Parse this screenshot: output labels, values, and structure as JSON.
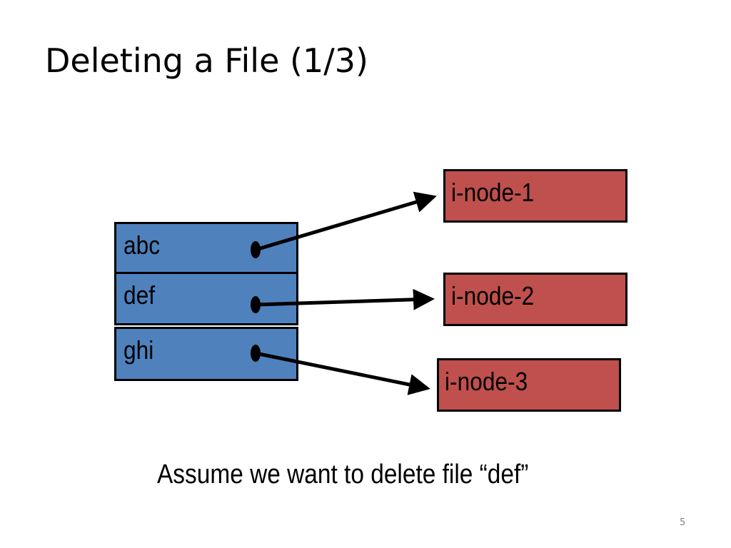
{
  "title": "Deleting a File (1/3)",
  "directory": {
    "entries": [
      {
        "name": "abc",
        "points_to": "i-node-1"
      },
      {
        "name": "def",
        "points_to": "i-node-2"
      },
      {
        "name": "ghi",
        "points_to": "i-node-3"
      }
    ]
  },
  "inodes": [
    {
      "label": "i-node-1"
    },
    {
      "label": "i-node-2"
    },
    {
      "label": "i-node-3"
    }
  ],
  "caption": "Assume we want to delete file “def”",
  "page_number": "5",
  "colors": {
    "directory_fill": "#4f81bd",
    "inode_fill": "#c0504d",
    "border": "#000000",
    "arrow": "#000000",
    "page_number": "#7f7f7f"
  }
}
